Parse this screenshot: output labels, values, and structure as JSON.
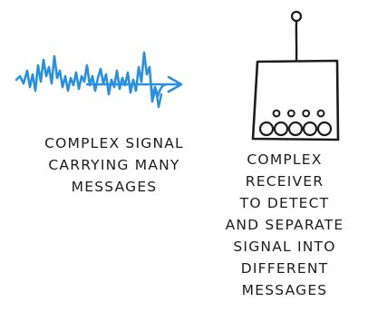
{
  "signal": {
    "caption_lines": [
      "COMPLEX SIGNAL",
      "CARRYING MANY",
      "MESSAGES"
    ],
    "icon": "noisy-waveform-arrow"
  },
  "receiver": {
    "caption_lines": [
      "COMPLEX",
      "RECEIVER",
      "TO DETECT",
      "AND SEPARATE",
      "SIGNAL INTO",
      "DIFFERENT",
      "MESSAGES"
    ],
    "icon": "radio-receiver-with-antenna",
    "knob_row_count": 4,
    "dial_row_count": 5
  },
  "colors": {
    "ink": "#1c1c1c",
    "signal_blue": "#2a8fdc",
    "background": "#ffffff"
  }
}
